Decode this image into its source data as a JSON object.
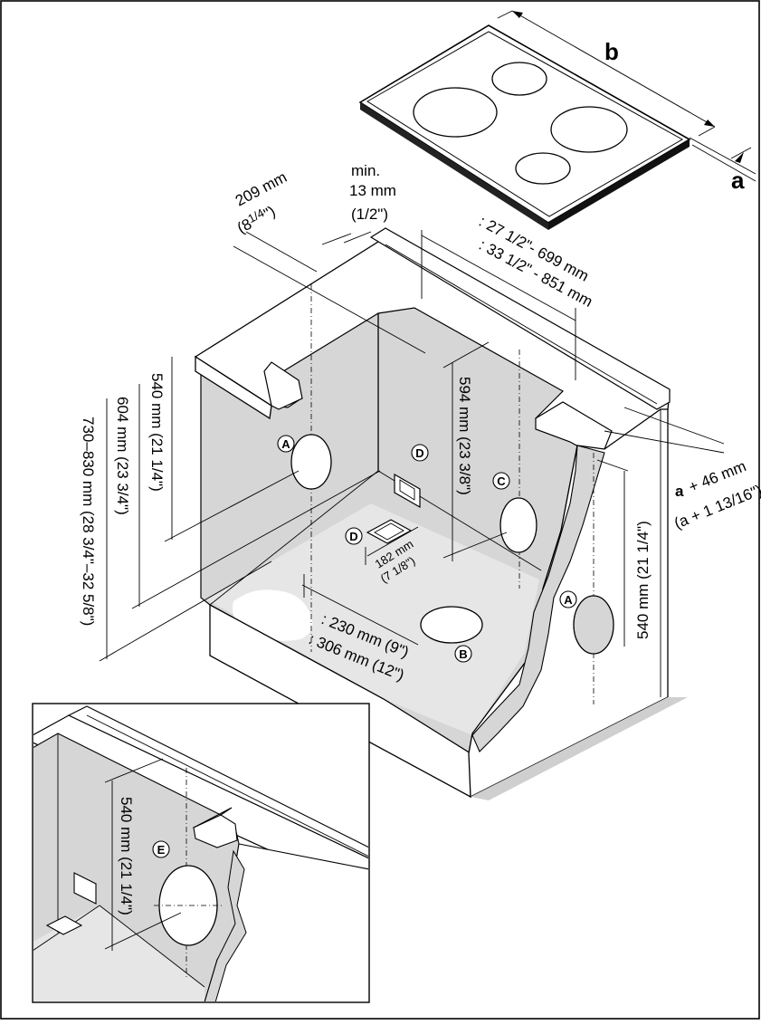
{
  "dimensions": {
    "b": "b",
    "a": "a",
    "width_209_mm": "209 mm",
    "width_209_in": "(8",
    "width_209_in_frac": "1/4",
    "width_209_in_end": "\")",
    "min_label": "min.",
    "min_13_mm": "13 mm",
    "min_13_in": "(1/2\")",
    "cutout_1": ": 27 1/2\"- 699 mm",
    "cutout_2": ": 33 1/2\" - 851 mm",
    "depth_594": "594 mm (23 3/8\")",
    "height_540_left": "540 mm (21 1/4\")",
    "height_604": "604 mm (23 3/4\")",
    "height_730_830": "730–830 mm (28 3/4\"–32 5/8\")",
    "a_plus_46_mm": "+ 46 mm",
    "a_plus_46_in": "(a + 1 13/16\")",
    "dim_182_mm": "182 mm",
    "dim_182_in": "(7 1/8\")",
    "dim_230": ": 230 mm (9\")",
    "dim_306": ": 306 mm (12\")",
    "height_540_right": "540 mm (21 1/4\")",
    "inset_540": "540 mm (21 1/4\")"
  },
  "callouts": {
    "A": "A",
    "B": "B",
    "C": "C",
    "D": "D",
    "E": "E"
  },
  "colors": {
    "panel_grey": "#d6d6d6",
    "line": "#000000",
    "paper": "#ffffff"
  }
}
